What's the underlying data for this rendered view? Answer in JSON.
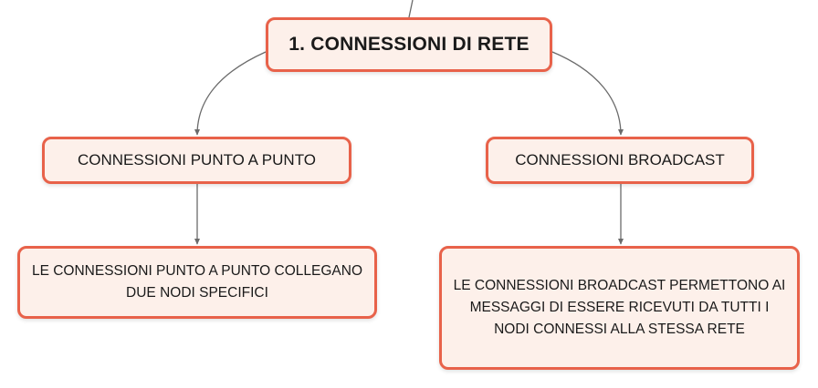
{
  "diagram": {
    "root": {
      "label": "1. CONNESSIONI DI RETE"
    },
    "branches": [
      {
        "label": "CONNESSIONI PUNTO A PUNTO",
        "detail": "LE CONNESSIONI PUNTO A PUNTO COLLEGANO DUE NODI SPECIFICI"
      },
      {
        "label": "CONNESSIONI BROADCAST",
        "detail": "LE CONNESSIONI BROADCAST PERMETTONO AI MESSAGGI DI ESSERE RICEVUTI DA TUTTI I NODI CONNESSI ALLA STESSA RETE"
      }
    ]
  },
  "colors": {
    "node_border": "#e8624a",
    "node_fill": "#fdf0ea",
    "connector": "#6b6b6b",
    "text": "#1a1a1a"
  }
}
